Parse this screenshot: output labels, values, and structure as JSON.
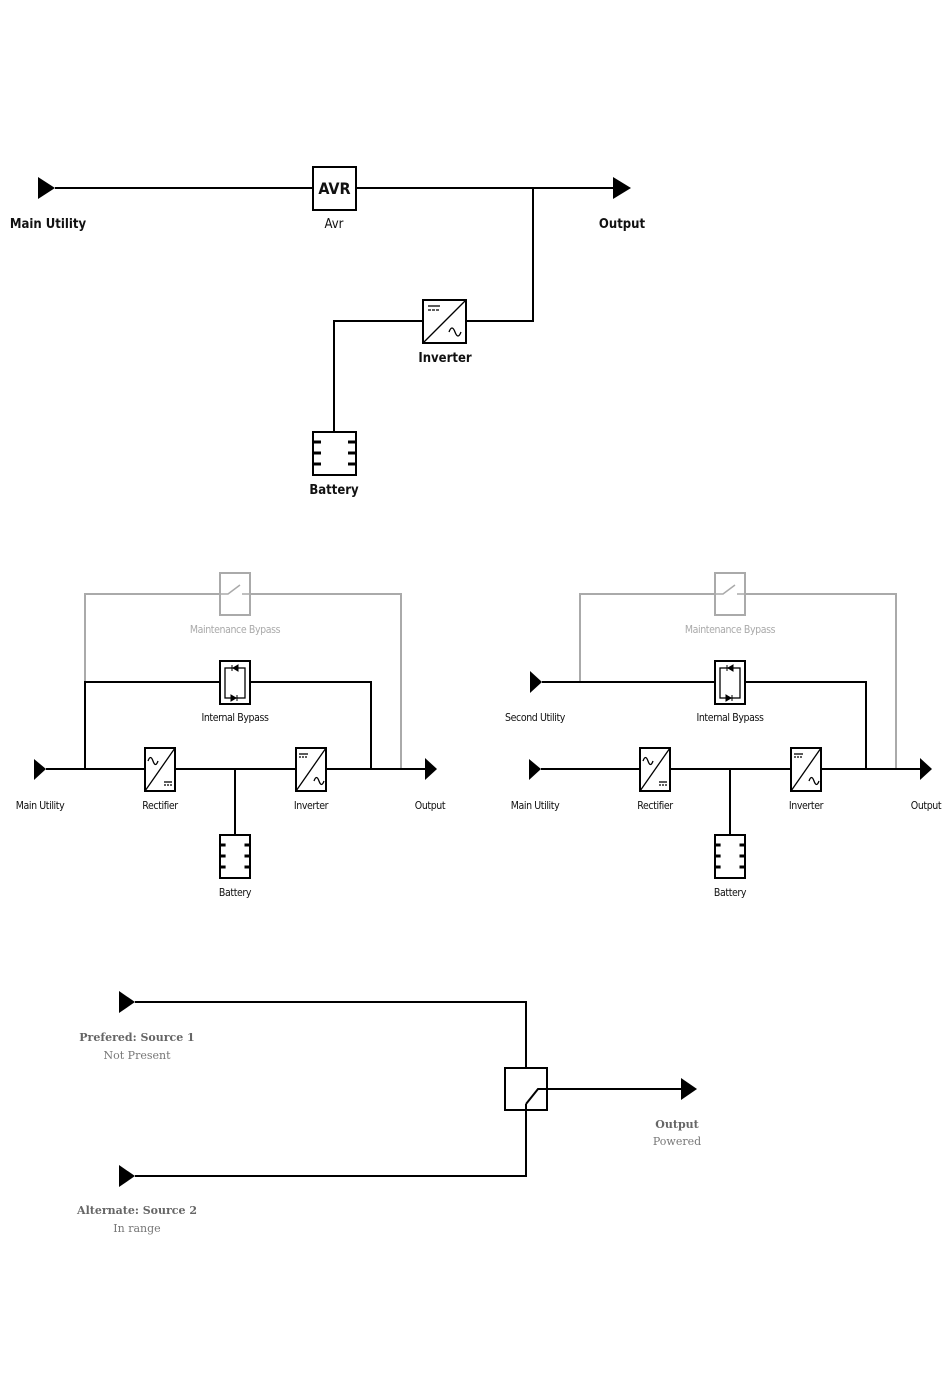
{
  "colors": {
    "line": "#000000",
    "inactive": "#aaaaaa",
    "status_text": "#777777"
  },
  "diagram_line_interactive": {
    "main_utility": "Main Utility",
    "avr_box_text": "AVR",
    "avr": "Avr",
    "output": "Output",
    "inverter": "Inverter",
    "battery": "Battery"
  },
  "diagram_online_single": {
    "maintenance_bypass": "Maintenance Bypass",
    "internal_bypass": "Internal Bypass",
    "main_utility": "Main Utility",
    "rectifier": "Rectifier",
    "inverter": "Inverter",
    "output": "Output",
    "battery": "Battery"
  },
  "diagram_online_dual": {
    "maintenance_bypass": "Maintenance Bypass",
    "second_utility": "Second Utility",
    "internal_bypass": "Internal Bypass",
    "main_utility": "Main Utility",
    "rectifier": "Rectifier",
    "inverter": "Inverter",
    "output": "Output",
    "battery": "Battery"
  },
  "diagram_transfer_switch": {
    "source1_label": "Prefered: Source 1",
    "source1_status": "Not Present",
    "source2_label": "Alternate: Source 2",
    "source2_status": "In range",
    "output_label": "Output",
    "output_status": "Powered"
  }
}
